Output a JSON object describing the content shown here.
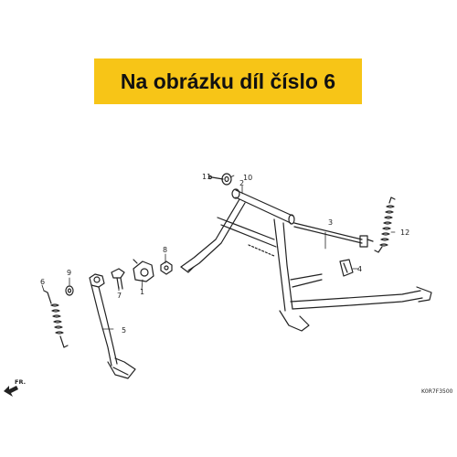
{
  "banner": {
    "text": "Na obrázku díl číslo 6",
    "background": "#f7c517"
  },
  "parts": [
    {
      "number": "1"
    },
    {
      "number": "2"
    },
    {
      "number": "3"
    },
    {
      "number": "4"
    },
    {
      "number": "5"
    },
    {
      "number": "6"
    },
    {
      "number": "7"
    },
    {
      "number": "8"
    },
    {
      "number": "9"
    },
    {
      "number": "10"
    },
    {
      "number": "11"
    },
    {
      "number": "12"
    }
  ],
  "direction": {
    "label": "FR."
  },
  "diagram_code": "K0R7F3500"
}
